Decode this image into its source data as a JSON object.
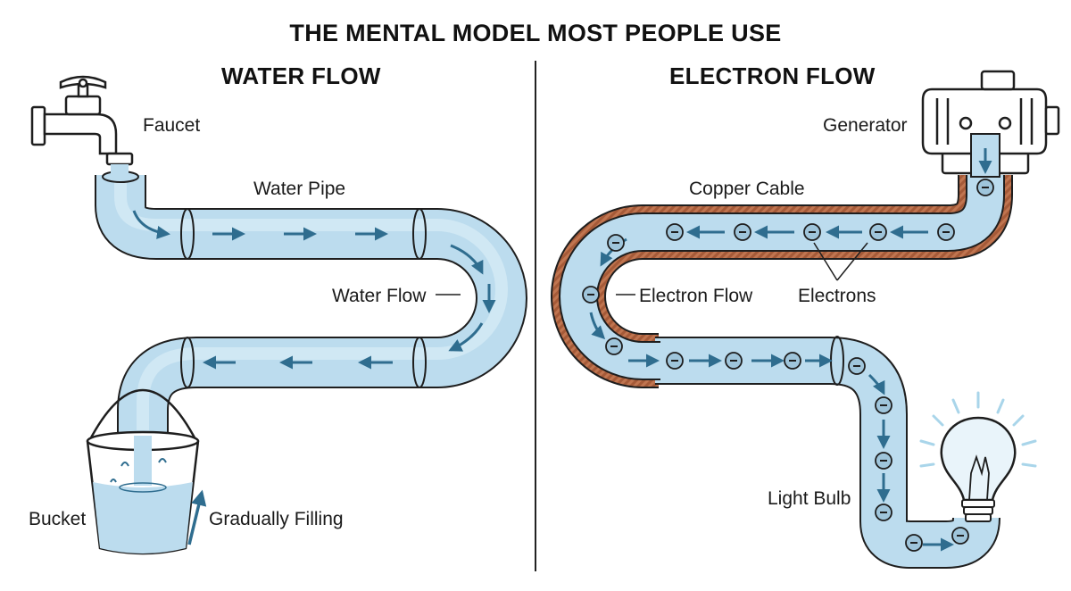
{
  "title": "THE MENTAL MODEL MOST PEOPLE USE",
  "left": {
    "heading": "WATER FLOW",
    "labels": {
      "faucet": "Faucet",
      "pipe": "Water Pipe",
      "flow": "Water Flow",
      "bucket": "Bucket",
      "filling": "Gradually Filling"
    }
  },
  "right": {
    "heading": "ELECTRON FLOW",
    "labels": {
      "generator": "Generator",
      "cable": "Copper Cable",
      "flow": "Electron Flow",
      "electrons": "Electrons",
      "bulb": "Light Bulb"
    },
    "electron_symbol": "−"
  },
  "colors": {
    "water": "#bcdcee",
    "water_dark": "#2f6d8f",
    "outline": "#1e1e1e",
    "copper": "#b36a45",
    "copper_light": "#d9906a",
    "electron_fill": "#9fc5db",
    "glow": "#a9d5ea"
  }
}
